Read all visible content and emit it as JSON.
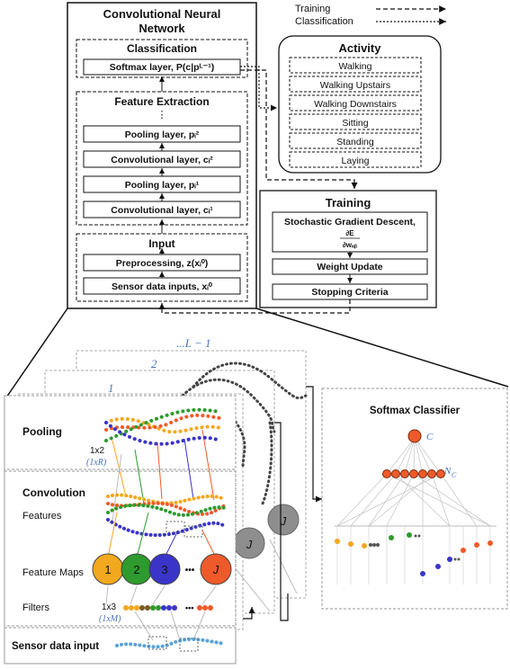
{
  "legend": {
    "training": "Training",
    "classification": "Classification"
  },
  "cnn": {
    "title_line1": "Convolutional Neural",
    "title_line2": "Network",
    "classification": {
      "title": "Classification",
      "softmax": "Softmax layer, P(c|pᴸ⁻¹)"
    },
    "feature_extraction": {
      "title": "Feature Extraction",
      "ellipsis": "⋮",
      "layers": [
        "Pooling layer, pᵢ²",
        "Convolutional layer, cᵢ²",
        "Pooling layer, pᵢ¹",
        "Convolutional layer, cᵢ¹"
      ]
    },
    "input": {
      "title": "Input",
      "preprocessing": "Preprocessing, z(xᵢ⁰)",
      "sensor": "Sensor data inputs, xᵢ⁰"
    }
  },
  "activity": {
    "title": "Activity",
    "items": [
      "Walking",
      "Walking Upstairs",
      "Walking Downstairs",
      "Sitting",
      "Standing",
      "Laying"
    ]
  },
  "training": {
    "title": "Training",
    "sgd_line1": "Stochastic Gradient Descent,",
    "sgd_frac_num": "∂E",
    "sgd_frac_den": "∂wₐᵦ",
    "weight_update": "Weight Update",
    "stopping": "Stopping Criteria"
  },
  "detail": {
    "layer_labels": [
      "...L − 1",
      "2",
      "1"
    ],
    "pooling": "Pooling",
    "pool_size": "1x2",
    "pool_size_sym": "(1xR)",
    "convolution": "Convolution",
    "features": "Features",
    "feature_maps": "Feature Maps",
    "map_labels": [
      "1",
      "2",
      "3",
      "J"
    ],
    "map_dots": "•••",
    "filters": "Filters",
    "filter_size": "1x3",
    "filter_size_sym": "(1xM)",
    "sensor_input": "Sensor data input",
    "bg_map_label": "J"
  },
  "softmax_classifier": {
    "title": "Softmax Classifier",
    "top_node": "C",
    "hidden_label": "N",
    "hidden_sub": "C"
  },
  "colors": {
    "map1": "#f2a81f",
    "map2": "#2d9b2d",
    "map3": "#3a35c8",
    "mapJ": "#ef5a2a",
    "sensor": "#5ba3d9",
    "blue_text": "#4a73b8"
  }
}
